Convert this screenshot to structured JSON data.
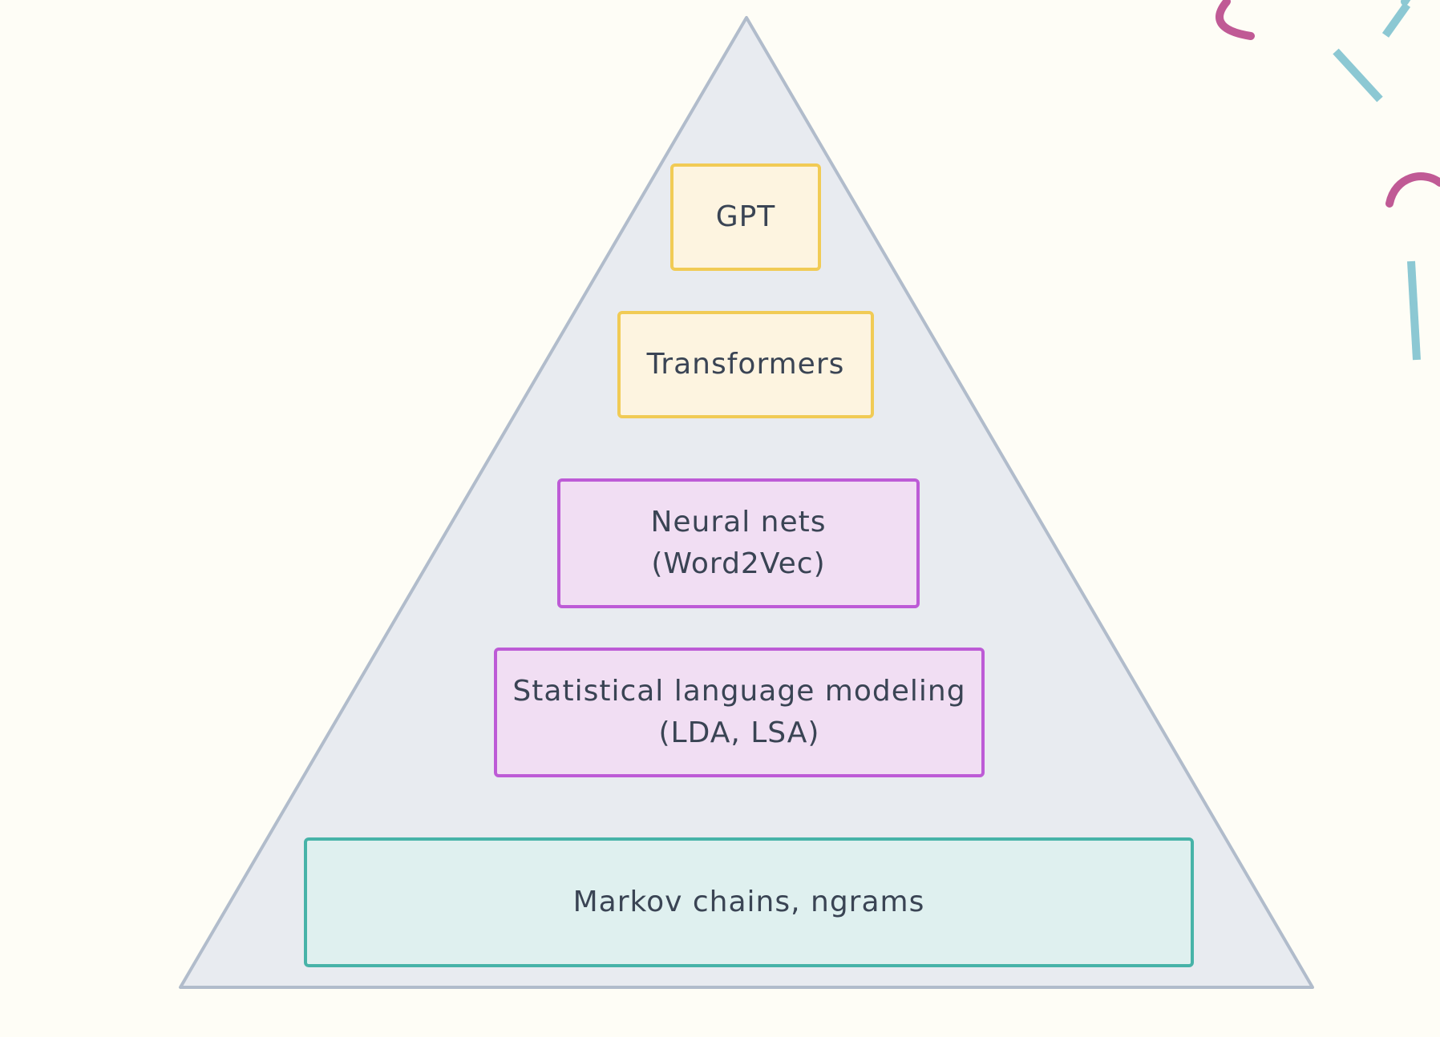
{
  "diagram": {
    "levels": [
      {
        "id": "gpt",
        "lines": [
          "GPT"
        ],
        "fill": "#fdf4e0",
        "stroke": "#f1cb55"
      },
      {
        "id": "transformers",
        "lines": [
          "Transformers"
        ],
        "fill": "#fdf4e0",
        "stroke": "#f1cb55"
      },
      {
        "id": "neural-nets",
        "lines": [
          "Neural nets",
          "(Word2Vec)"
        ],
        "fill": "#f1def3",
        "stroke": "#bd5bd6"
      },
      {
        "id": "statistical",
        "lines": [
          "Statistical language modeling",
          "(LDA, LSA)"
        ],
        "fill": "#f1def3",
        "stroke": "#bd5bd6"
      },
      {
        "id": "markov",
        "lines": [
          "Markov chains, ngrams"
        ],
        "fill": "#dff0ef",
        "stroke": "#47b3a8"
      }
    ],
    "colors": {
      "background": "#fefdf6",
      "triangle_fill": "#e8ebf0",
      "triangle_stroke": "#b1bccb",
      "text": "#3a4454",
      "deco_pink": "#c05a95",
      "deco_teal": "#8cc8d3"
    }
  }
}
